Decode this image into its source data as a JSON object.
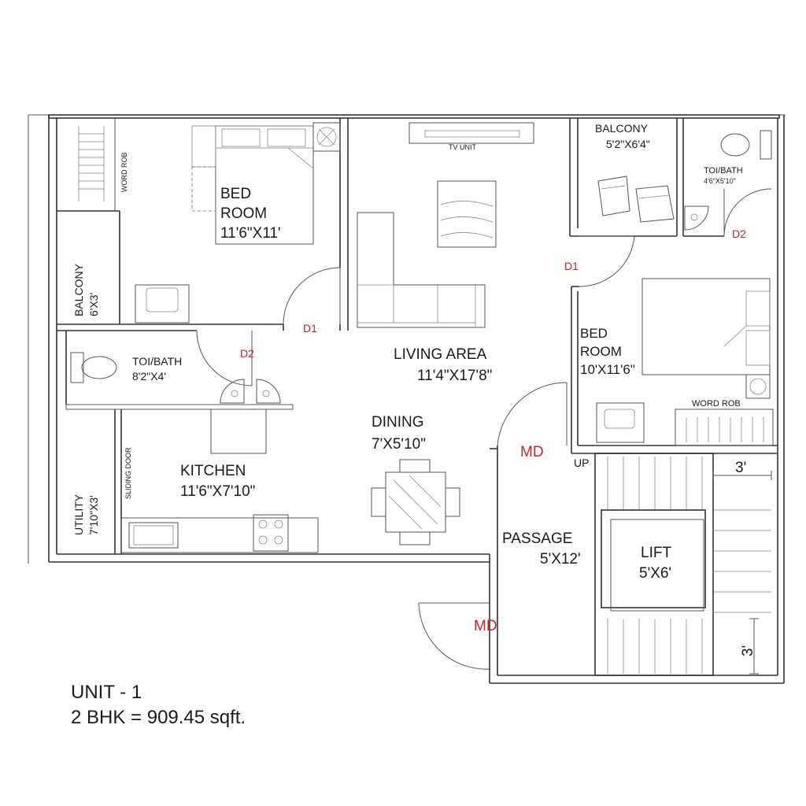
{
  "rooms": {
    "bedroom1": {
      "line1": "BED",
      "line2": "ROOM",
      "size": "11'6\"X11'"
    },
    "bedroom2": {
      "line1": "BED",
      "line2": "ROOM",
      "size": "10'X11'6\""
    },
    "balcony_left": {
      "name": "BALCONY",
      "size": "6'X3'"
    },
    "balcony_right": {
      "name": "BALCONY",
      "size": "5'2\"X6'4\""
    },
    "toilet1": {
      "name": "TOI/BATH",
      "size": "8'2\"X4'"
    },
    "toilet2": {
      "name": "TOI/BATH",
      "size": "4'6\"X5'10\""
    },
    "living": {
      "name": "LIVING AREA",
      "size": "11'4\"X17'8\""
    },
    "dining": {
      "name": "DINING",
      "size": "7'X5'10\""
    },
    "kitchen": {
      "name": "KITCHEN",
      "size": "11'6\"X7'10\""
    },
    "utility": {
      "name": "UTILITY",
      "size": "7'10\"X3'"
    },
    "passage": {
      "name": "PASSAGE",
      "size": "5'X12'"
    },
    "lift": {
      "name": "LIFT",
      "size": "5'X6'"
    }
  },
  "fixtures": {
    "word_rob_left": "WORD ROB",
    "word_rob_right": "WORD ROB",
    "tv_unit": "TV UNIT",
    "sliding_door": "SLIDING DOOR",
    "up": "UP"
  },
  "doors": {
    "d1_left": "D1",
    "d2_left": "D2",
    "d1_right": "D1",
    "d2_right": "D2",
    "md_upper": "MD",
    "md_lower": "MD"
  },
  "dimensions": {
    "stair_top": "3'",
    "stair_side": "3'"
  },
  "unit": {
    "title": "UNIT - 1",
    "area": "2 BHK = 909.45 sqft."
  },
  "colors": {
    "door_label": "#c0272d",
    "wall": "#333333"
  }
}
